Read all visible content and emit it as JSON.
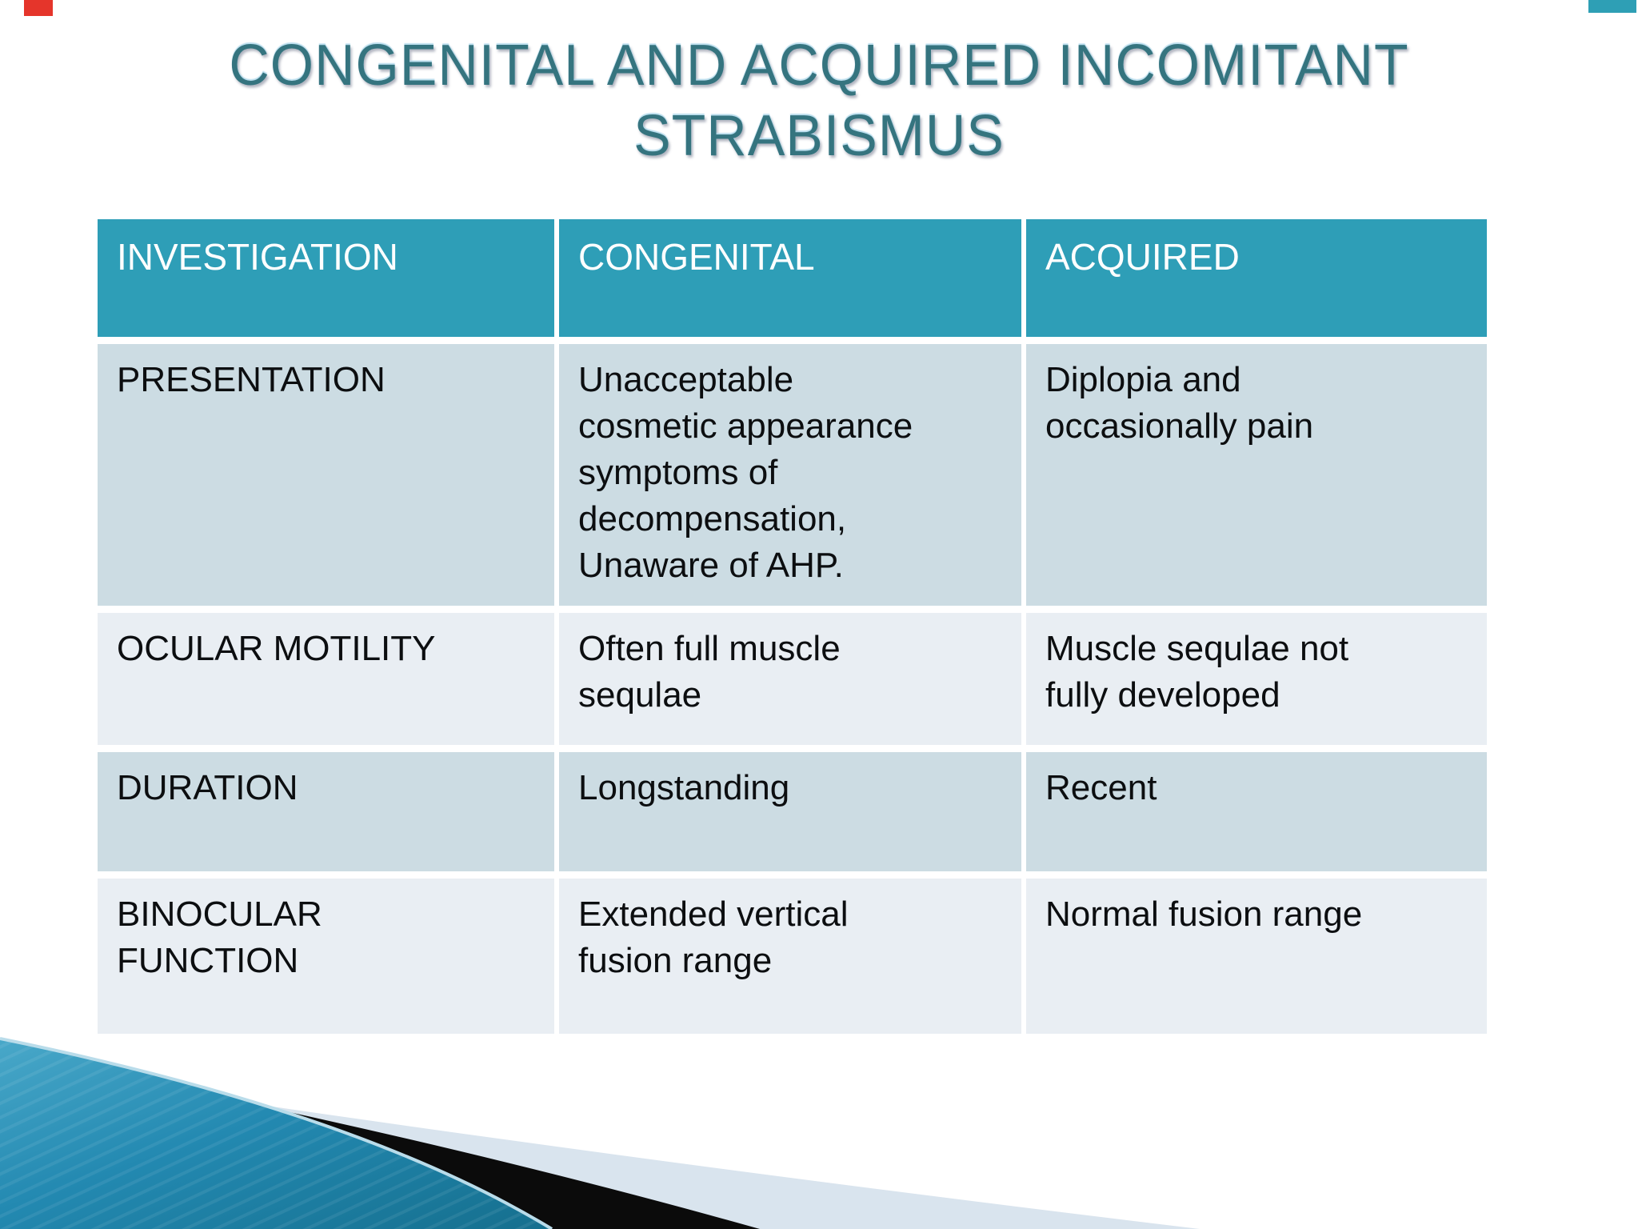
{
  "slide": {
    "title_line1": "CONGENITAL AND ACQUIRED INCOMITANT",
    "title_line2": "STRABISMUS"
  },
  "table": {
    "headers": [
      "INVESTIGATION",
      "CONGENITAL",
      "ACQUIRED"
    ],
    "rows": [
      {
        "cells": [
          "PRESENTATION",
          "Unacceptable\ncosmetic appearance\nsymptoms of\ndecompensation,\nUnaware of AHP.",
          "Diplopia and\noccasionally pain"
        ]
      },
      {
        "cells": [
          "OCULAR MOTILITY",
          "Often full muscle\nsequlae",
          "Muscle sequlae not\nfully developed"
        ]
      },
      {
        "cells": [
          "DURATION",
          "Longstanding",
          "Recent"
        ]
      },
      {
        "cells": [
          "BINOCULAR\nFUNCTION",
          "Extended vertical\nfusion range",
          "Normal fusion range"
        ]
      }
    ]
  },
  "colors": {
    "title_text": "#35747f",
    "header_background": "#2e9eb7",
    "header_text": "#ffffff",
    "row_dark_background": "#ccdce3",
    "row_light_background": "#e9eef3",
    "body_text": "#0c0e10",
    "swoosh_teal_light": "#49a8c9",
    "swoosh_teal_dark": "#156f8e",
    "swoosh_black": "#0b0b0b",
    "swoosh_gray": "#d9e4ee",
    "swoosh_edge_highlight": "#b9dcea",
    "corner_mark_red": "#e5352b",
    "corner_mark_teal": "#2e9fb5"
  }
}
